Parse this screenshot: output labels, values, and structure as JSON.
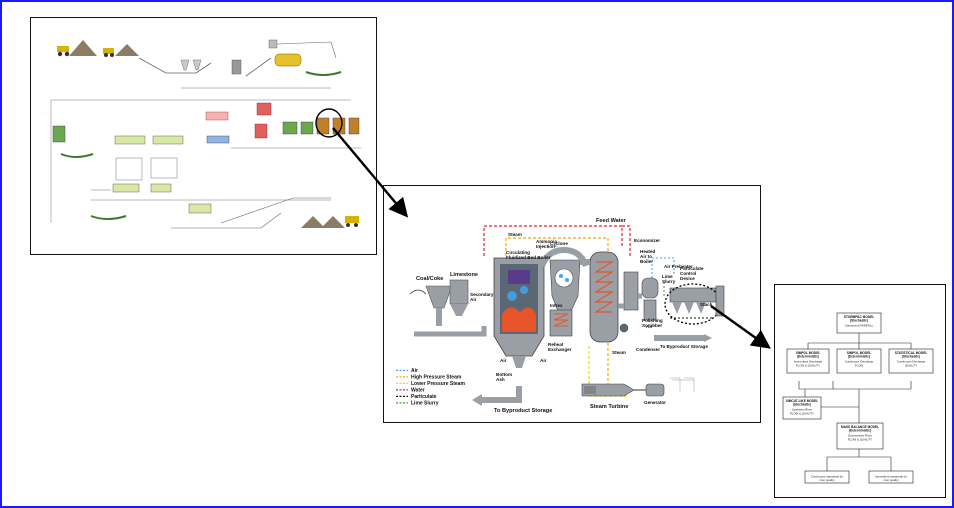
{
  "colors": {
    "frame_border": "#1a1aff",
    "air": "#3fa9f5",
    "high_pressure_steam": "#f2a900",
    "lower_pressure_steam": "#f5d000",
    "water": "#e0203a",
    "particulate": "#111111",
    "lime_slurry": "#3aa535",
    "fire": "#e8542a",
    "vessel": "#9a9fa6"
  },
  "boiler": {
    "labels": {
      "feed_water": "Feed Water",
      "steam": "Steam",
      "ammonia_injection": "Ammonia\nInjection",
      "cyclone": "Cyclone",
      "economizer": "Economizer",
      "cfb_boiler": "Circulating\nFluidized-Bed Boiler",
      "heated_air": "Heated\nAir to\nBoiler",
      "air_preheater": "Air Preheater",
      "lime_slurry": "Lime\nSlurry",
      "coal_coke": "Coal/Coke",
      "limestone": "Limestone",
      "particulate_device": "Particulate\nControl\nDevice",
      "secondary_air": "Secondary\nAir",
      "intrex": "Intrex",
      "air_right": "Air",
      "polishing_scrubber": "Polishing\nScrubber",
      "stack": "Stack",
      "to_byproduct_storage_right": "To Byproduct Storage",
      "reheat_exchanger": "Reheat\nExchanger",
      "steam_mid": "Steam",
      "condenser": "Condenser",
      "air_left": "Air",
      "air_mid": "Air",
      "bottom_ash": "Bottom\nAsh",
      "to_byproduct_storage_bottom": "To Byproduct Storage",
      "steam_turbine": "Steam Turbine",
      "generator": "Generator"
    },
    "legend": [
      {
        "label": "Air",
        "color": "#3fa9f5"
      },
      {
        "label": "High Pressure Steam",
        "color": "#f2a900"
      },
      {
        "label": "Lower Pressure Steam",
        "color": "#f5d000"
      },
      {
        "label": "Water",
        "color": "#e0203a"
      },
      {
        "label": "Particulate",
        "color": "#111111"
      },
      {
        "label": "Lime Slurry",
        "color": "#3aa535"
      }
    ]
  },
  "model": {
    "top": {
      "title": "STORMPAC MODEL\n(Stochastic)",
      "sub": "Catchment RAINFALL"
    },
    "row1": [
      {
        "title": "SIMPOL MODEL\n(Deterministic)",
        "sub": "Intermittent Discharge\nFLOW & QUALITY"
      },
      {
        "title": "SIMPOL MODEL\n(Deterministic)",
        "sub": "Continuous Discharge\nFLOW"
      },
      {
        "title": "STATISTICAL MODEL\n(Stochastic)",
        "sub": "Continuous Discharge\nQUALITY"
      }
    ],
    "simcat": {
      "title": "SIMCAT-LIKE MODEL\n(Stochastic)",
      "sub": "Upstream River\nFLOW & QUALITY"
    },
    "mass": {
      "title": "MASS BALANCE MODEL\n(Deterministic)",
      "sub": "Downstream River\nFLOW & QUALITY"
    },
    "outputs": [
      {
        "text": "Continuous standards for\nriver quality"
      },
      {
        "text": "Intermittent standards for\nriver quality"
      }
    ]
  }
}
